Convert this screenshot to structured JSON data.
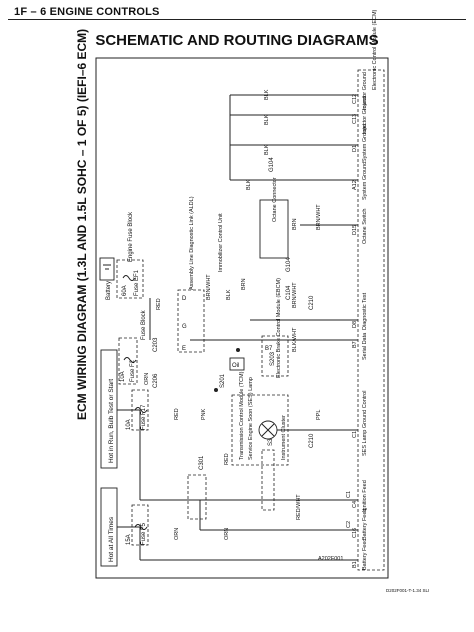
{
  "header": {
    "section": "1F – 6  ENGINE CONTROLS"
  },
  "title": "SCHEMATIC AND ROUTING DIAGRAMS",
  "diagram_title": "ECM WIRING DIAGRAM (1.3L AND 1.5L SOHC – 1 OF 5) (IEFI–6 ECM)",
  "hot_labels": {
    "all_times": "Hot at All Times",
    "run_bulb": "Hot in Run, Bulb Test or Start"
  },
  "fuses": {
    "f5": "Fuse F5",
    "f5_amp": "15A",
    "f17": "Fuse F17",
    "f17_amp": "10A",
    "f2": "Fuse F2",
    "f2_amp": "10A",
    "ef1": "Fuse EF1",
    "ef1_amp": "60A",
    "fuse_block": "Fuse Block",
    "engine_fuse_block": "Engine Fuse Block",
    "battery": "Battery"
  },
  "connectors": {
    "c301": "C301",
    "c203": "C203",
    "c206": "C206",
    "c210": "C210",
    "c104": "C104",
    "s201": "S201",
    "s303": "S303",
    "s203": "S203",
    "g104": "G104",
    "g104b": "G104",
    "c1": "C1",
    "c2": "C2"
  },
  "wires": {
    "orn": "ORN",
    "red": "RED",
    "pnk": "PNK",
    "ppl": "PPL",
    "blk": "BLK",
    "brn": "BRN",
    "brn_wht": "BRN/WHT",
    "blk_wht": "BLK/WHT",
    "red_wht": "RED/WHT"
  },
  "components": {
    "tcm": "Transmission Control Module (TCM)",
    "ses": "Service Engine Soon (SES) Lamp",
    "ic": "Instrument Cluster",
    "ebcm": "Electronic Brake Control Module (EBCM)",
    "immobilizer": "Immobilizer Control Unit",
    "aldl": "Assembly Line Diagnostic Link (ALDL)",
    "octane": "Octane Connector",
    "ecm": "Electronic Control Module (ECM)",
    "oil": "Oil",
    "pin_d": "D",
    "pin_g": "G",
    "pin_e": "E",
    "pin_b7": "B7"
  },
  "ecm_pins": [
    {
      "code": "B1",
      "label": "Battery Feed"
    },
    {
      "code": "C16",
      "label": "Battery Feed"
    },
    {
      "code": "C4",
      "label": "Ignition Feed"
    },
    {
      "code": "C1",
      "label": "SES Lamp Ground Control"
    },
    {
      "code": "B7",
      "label": "Serial Data"
    },
    {
      "code": "D8",
      "label": "Diagnostic Test"
    },
    {
      "code": "D15",
      "label": "Octane Switch"
    },
    {
      "code": "A12",
      "label": "System Ground"
    },
    {
      "code": "D1",
      "label": "System Ground"
    },
    {
      "code": "C13",
      "label": "Injector Ground"
    },
    {
      "code": "C12",
      "label": "Injector Ground"
    }
  ],
  "pin_numbers": {
    "p1": "1",
    "p2": "2",
    "p5": "5",
    "p6": "6",
    "p8": "8",
    "p9": "9",
    "p10": "10",
    "p12": "12",
    "p16": "16",
    "p3": "3"
  },
  "footer": {
    "figure_code": "A202F001",
    "page_code": "D202F001-T-1.34 SLI"
  }
}
